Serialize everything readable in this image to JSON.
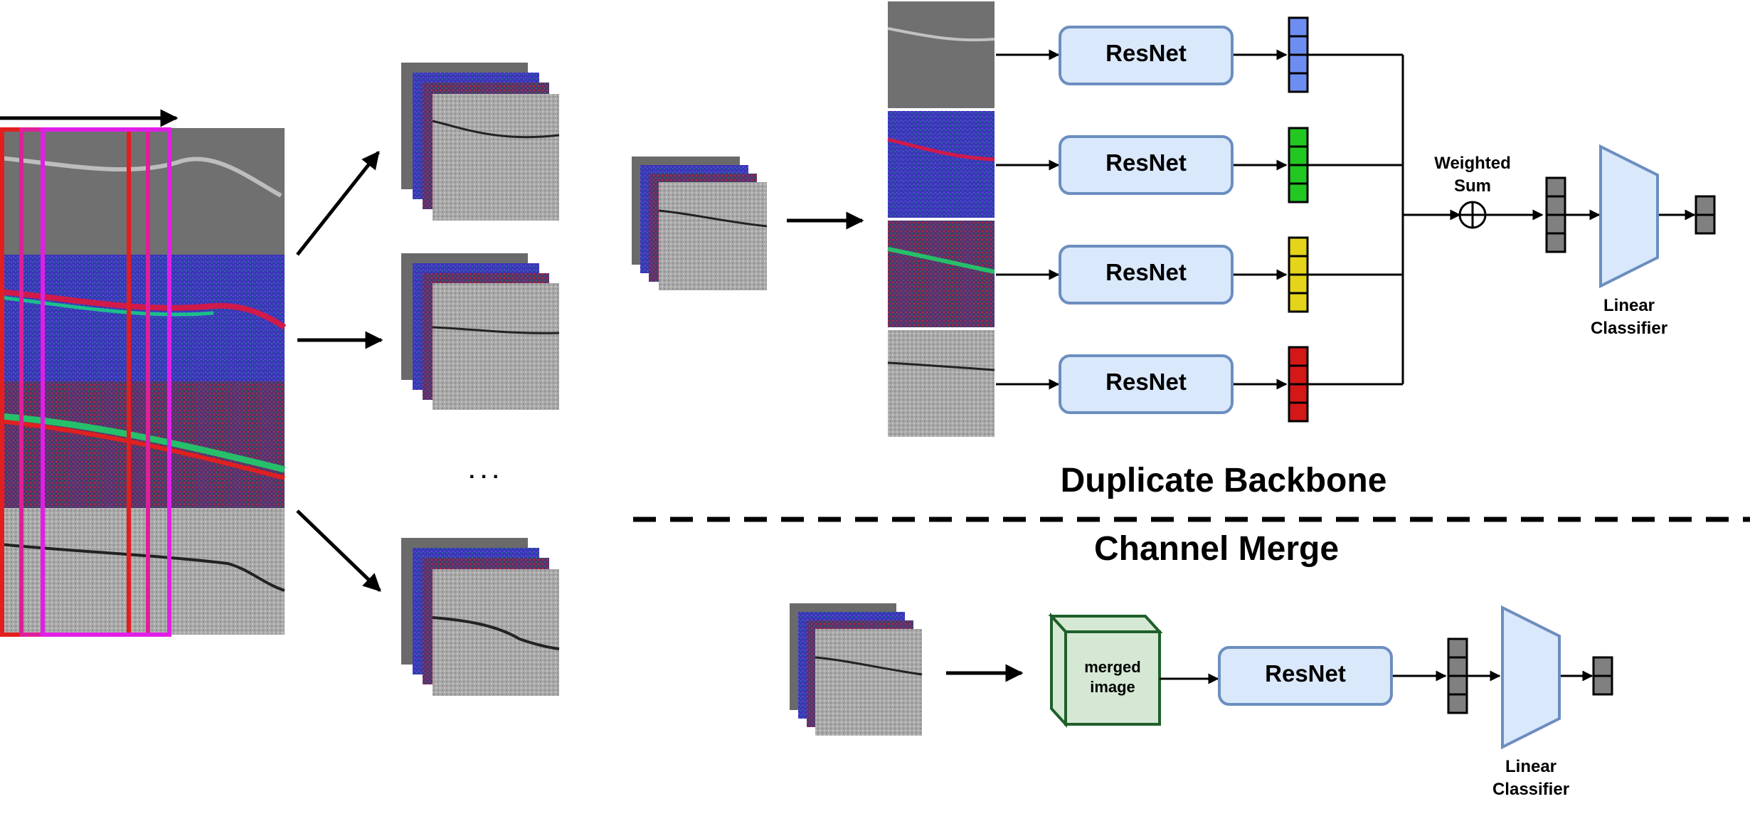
{
  "colors": {
    "gray_scan": "#8e8e8e",
    "blue_scan": "#3b33b3",
    "red_scan": "#6f2f4a",
    "resnet_fill": "#dae8fc",
    "resnet_stroke": "#6c8ebf",
    "merged_fill": "#d5e8d4",
    "merged_stroke": "#1f5f2a",
    "feature_blue": "#6d8ef0",
    "feature_green": "#22c722",
    "feature_yellow": "#e4d41a",
    "feature_red": "#d41818",
    "feature_gray": "#808080",
    "sliding_window_red": "#e31e1e",
    "sliding_window_pink": "#e01e9a",
    "sliding_window_magenta": "#e11ee6"
  },
  "labels": {
    "ellipsis": ". . .",
    "resnet": "ResNet",
    "weighted_sum": "Weighted\nSum",
    "linear_classifier": "Linear\nClassifier",
    "duplicate_backbone": "Duplicate Backbone",
    "channel_merge": "Channel Merge",
    "merged_image": "merged\nimage"
  },
  "icons": [
    "sum-circle-icon",
    "arrow-icon",
    "trapezoid-classifier-icon",
    "cube-icon"
  ]
}
